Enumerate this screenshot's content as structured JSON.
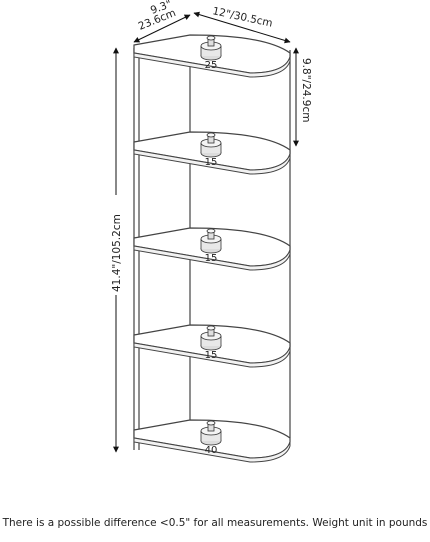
{
  "dimensions": {
    "depth_in": "9.3\"",
    "depth_cm": "23.6cm",
    "width": "12\"/30.5cm",
    "shelf_gap": "9.8\"/24.9cm",
    "height": "41.4\"/105.2cm"
  },
  "shelves": [
    {
      "weight": "25"
    },
    {
      "weight": "15"
    },
    {
      "weight": "15"
    },
    {
      "weight": "15"
    },
    {
      "weight": "40"
    }
  ],
  "note": "There is a possible difference <0.5\" for all measurements. Weight unit in pounds"
}
